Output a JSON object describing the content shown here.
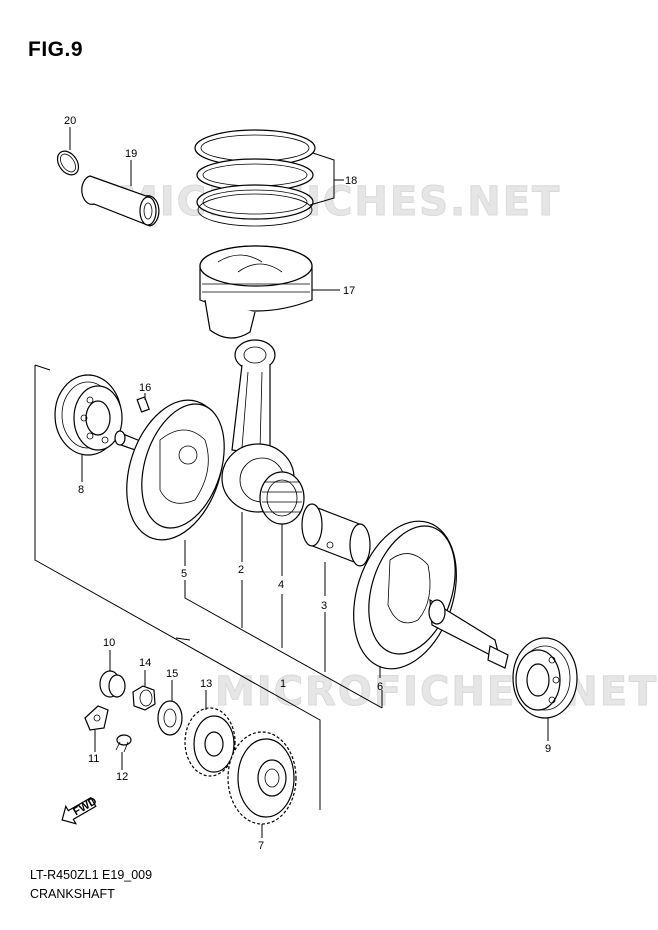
{
  "figure": {
    "title": "FIG.9",
    "code": "LT-R450ZL1 E19_009",
    "name": "CRANKSHAFT"
  },
  "watermark": "MICROFICHES.NET",
  "fwd_label": "FWD",
  "callouts": {
    "n1": "1",
    "n2": "2",
    "n3": "3",
    "n4": "4",
    "n5": "5",
    "n6": "6",
    "n7": "7",
    "n8": "8",
    "n9": "9",
    "n10": "10",
    "n11": "11",
    "n12": "12",
    "n13": "13",
    "n14": "14",
    "n15": "15",
    "n16": "16",
    "n17": "17",
    "n18": "18",
    "n19": "19",
    "n20": "20"
  }
}
